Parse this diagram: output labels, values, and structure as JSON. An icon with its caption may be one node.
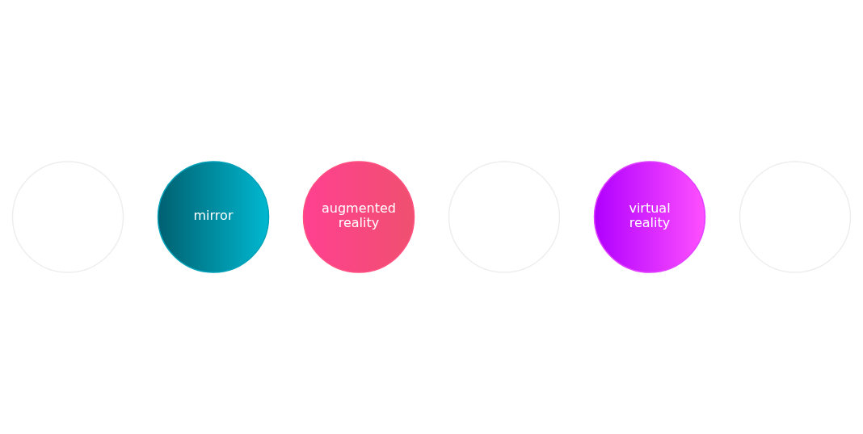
{
  "diagram": {
    "nodes": [
      {
        "text": [
          "mirror"
        ]
      },
      {
        "text": [
          "augmented reality"
        ]
      },
      {
        "text": [
          "virtual reality"
        ]
      },
      {
        "text": [],
        "shape": "circle"
      },
      {
        "text": [],
        "shape": "circle"
      },
      {
        "text": [],
        "shape": "circle"
      }
    ]
  }
}
